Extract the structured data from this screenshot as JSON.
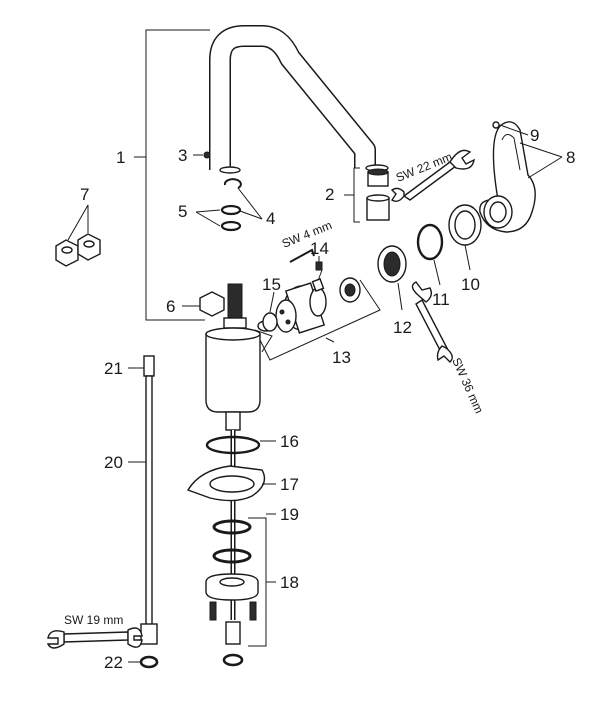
{
  "labels": {
    "p1": "1",
    "p2": "2",
    "p3": "3",
    "p4": "4",
    "p5": "5",
    "p6": "6",
    "p7": "7",
    "p8": "8",
    "p9": "9",
    "p10": "10",
    "p11": "11",
    "p12": "12",
    "p13": "13",
    "p14": "14",
    "p15": "15",
    "p16": "16",
    "p17": "17",
    "p18": "18",
    "p19": "19",
    "p20": "20",
    "p21": "21",
    "p22": "22"
  },
  "tools": {
    "sw22": "SW 22 mm",
    "sw4": "SW 4 mm",
    "sw36": "SW 36 mm",
    "sw19": "SW 19 mm"
  },
  "colors": {
    "ink": "#1a1a1a",
    "fill": "#ffffff",
    "shade": "#dcdcdc"
  }
}
